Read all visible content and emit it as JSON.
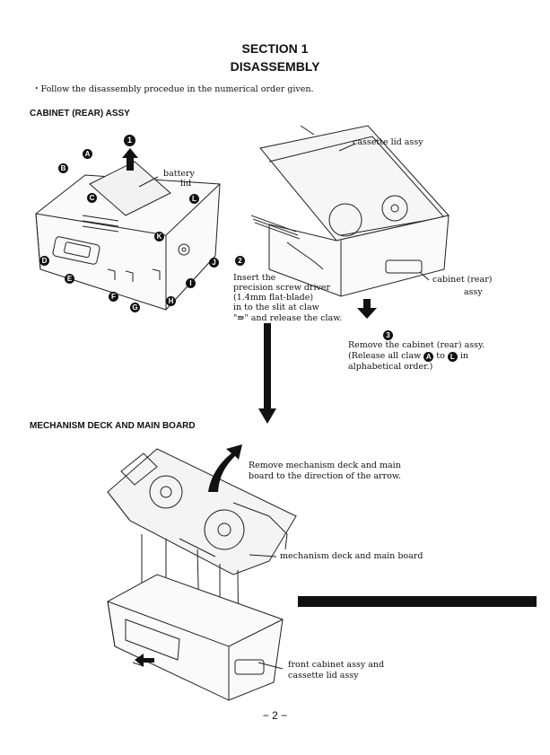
{
  "header": {
    "title": "SECTION 1",
    "subtitle": "DISASSEMBLY"
  },
  "intro": "・Follow the disassembly procedue in the numerical order given.",
  "section1": {
    "heading": "CABINET (REAR) ASSY",
    "battery_lid_1": "battery",
    "battery_lid_2": "lid",
    "cassette_lid": "cassette lid assy",
    "cabinet_rear_1": "cabinet (rear)",
    "cabinet_rear_2": "assy",
    "step2": {
      "l1": "Insert the",
      "l2": "precision screw driver",
      "l3": "(1.4mm flat-blade)",
      "l4": "in to the slit at claw",
      "l5_suffix": " and release the claw."
    },
    "step3": {
      "l1": "Remove the cabinet (rear) assy.",
      "l2_prefix": "(Release all claw ",
      "l2_mid": " to ",
      "l2_suffix": " in",
      "l3": "alphabetical order.)"
    },
    "claws": [
      "A",
      "B",
      "C",
      "D",
      "E",
      "F",
      "G",
      "H",
      "I",
      "J",
      "K",
      "L"
    ],
    "steps": [
      "1",
      "2",
      "3"
    ]
  },
  "section2": {
    "heading": "MECHANISM DECK AND MAIN BOARD",
    "instr_1": "Remove mechanism deck and main",
    "instr_2": "board to the direction of the arrow.",
    "mech_label": "mechanism deck and main board",
    "front_1": "front cabinet assy and",
    "front_2": "cassette lid assy"
  },
  "footer": {
    "page": "− 2 −"
  }
}
